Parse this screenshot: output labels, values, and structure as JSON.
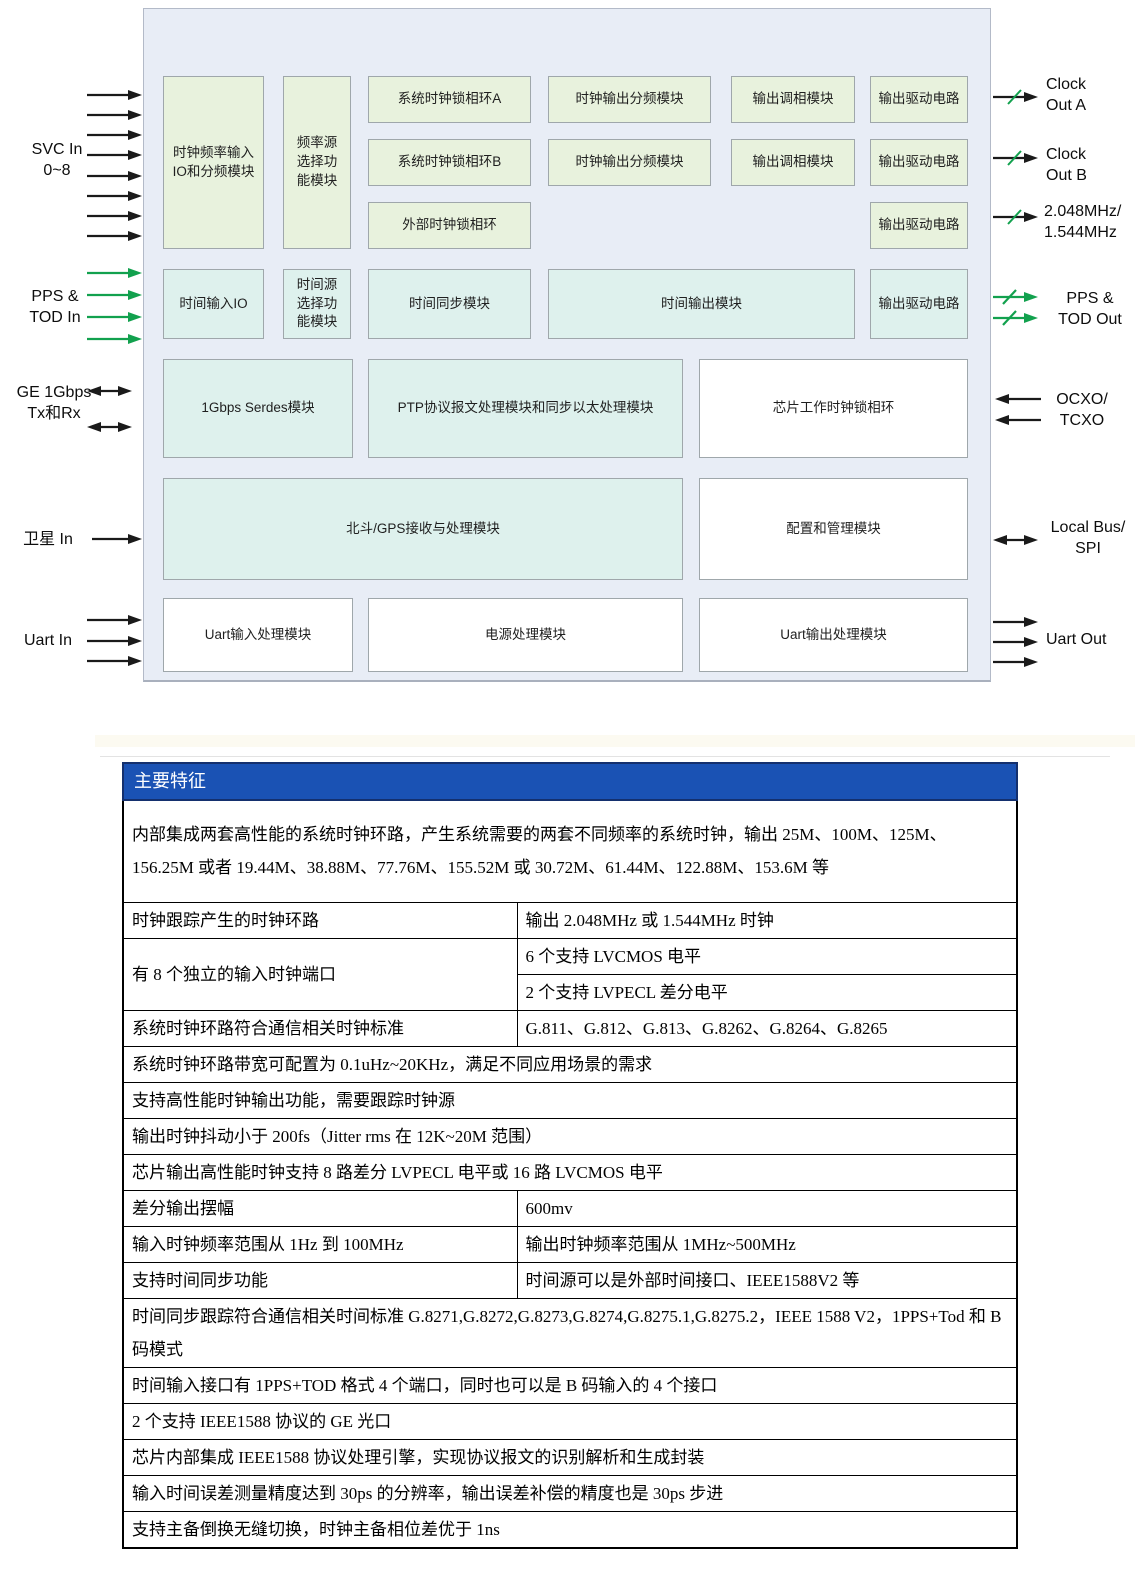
{
  "diagram": {
    "blocks": {
      "clk_freq_input": "时钟频率输入\nIO和分频模块",
      "freq_src_sel": "频率源\n选择功\n能模块",
      "sys_pll_a": "系统时钟锁相环A",
      "sys_pll_b": "系统时钟锁相环B",
      "ext_pll": "外部时钟锁相环",
      "clk_out_div": "时钟输出分频模块",
      "out_phase": "输出调相模块",
      "out_drv": "输出驱动电路",
      "time_in_io": "时间输入IO",
      "time_src_sel": "时间源\n选择功\n能模块",
      "time_sync": "时间同步模块",
      "time_out": "时间输出模块",
      "serdes": "1Gbps Serdes模块",
      "ptp": "PTP协议报文处理模块和同步以太处理模块",
      "chip_pll": "芯片工作时钟锁相环",
      "gps": "北斗/GPS接收与处理模块",
      "cfg_mgmt": "配置和管理模块",
      "uart_in_proc": "Uart输入处理模块",
      "power_proc": "电源处理模块",
      "uart_out_proc": "Uart输出处理模块"
    },
    "io_labels": {
      "svc_in": "SVC In\n0~8",
      "pps_tod_in": "PPS &\nTOD In",
      "ge": "GE 1Gbps\nTx和Rx",
      "satellite_in": "卫星 In",
      "uart_in": "Uart In",
      "clock_out_a": "Clock\nOut A",
      "clock_out_b": "Clock\nOut B",
      "mhz_out": "2.048MHz/\n1.544MHz",
      "pps_tod_out": "PPS &\nTOD Out",
      "ocxo": "OCXO/\nTCXO",
      "local_bus": "Local Bus/\nSPI",
      "uart_out": "Uart Out"
    },
    "colors": {
      "arrow_black": "#1a1a1a",
      "arrow_green": "#12a14e",
      "block_green": "#e8f2dd",
      "block_teal": "#def1ed",
      "chip_bg": "#e8edf6",
      "table_header_blue": "#1a52b4"
    }
  },
  "table": {
    "header": "主要特征",
    "rows": [
      {
        "text": "内部集成两套高性能的系统时钟环路，产生系统需要的两套不同频率的系统时钟，输出 25M、100M、125M、156.25M 或者 19.44M、38.88M、77.76M、155.52M 或 30.72M、61.44M、122.88M、153.6M 等"
      },
      {
        "left": "时钟跟踪产生的时钟环路",
        "right": "输出 2.048MHz 或 1.544MHz 时钟"
      },
      {
        "left": "有 8 个独立的输入时钟端口",
        "right_a": "6 个支持 LVCMOS 电平",
        "right_b": "2 个支持 LVPECL 差分电平"
      },
      {
        "left": "系统时钟环路符合通信相关时钟标准",
        "right": "G.811、G.812、G.813、G.8262、G.8264、G.8265"
      },
      {
        "text": "系统时钟环路带宽可配置为 0.1uHz~20KHz，满足不同应用场景的需求"
      },
      {
        "text": "支持高性能时钟输出功能，需要跟踪时钟源"
      },
      {
        "text": "输出时钟抖动小于 200fs（Jitter rms 在 12K~20M 范围）"
      },
      {
        "text": "芯片输出高性能时钟支持 8 路差分 LVPECL 电平或 16 路 LVCMOS 电平"
      },
      {
        "left": "差分输出摆幅",
        "right": "600mv"
      },
      {
        "left": "输入时钟频率范围从 1Hz 到 100MHz",
        "right": "输出时钟频率范围从 1MHz~500MHz"
      },
      {
        "left": "支持时间同步功能",
        "right": "时间源可以是外部时间接口、IEEE1588V2 等"
      },
      {
        "text": "时间同步跟踪符合通信相关时间标准 G.8271,G.8272,G.8273,G.8274,G.8275.1,G.8275.2，IEEE 1588 V2，1PPS+Tod 和 B 码模式"
      },
      {
        "text": "时间输入接口有 1PPS+TOD 格式 4 个端口，同时也可以是 B 码输入的 4 个接口"
      },
      {
        "text": "2 个支持 IEEE1588 协议的 GE 光口"
      },
      {
        "text": "芯片内部集成 IEEE1588 协议处理引擎，实现协议报文的识别解析和生成封装"
      },
      {
        "text": "输入时间误差测量精度达到 30ps 的分辨率，输出误差补偿的精度也是 30ps 步进"
      },
      {
        "text": "支持主备倒换无缝切换，时钟主备相位差优于 1ns"
      }
    ]
  }
}
